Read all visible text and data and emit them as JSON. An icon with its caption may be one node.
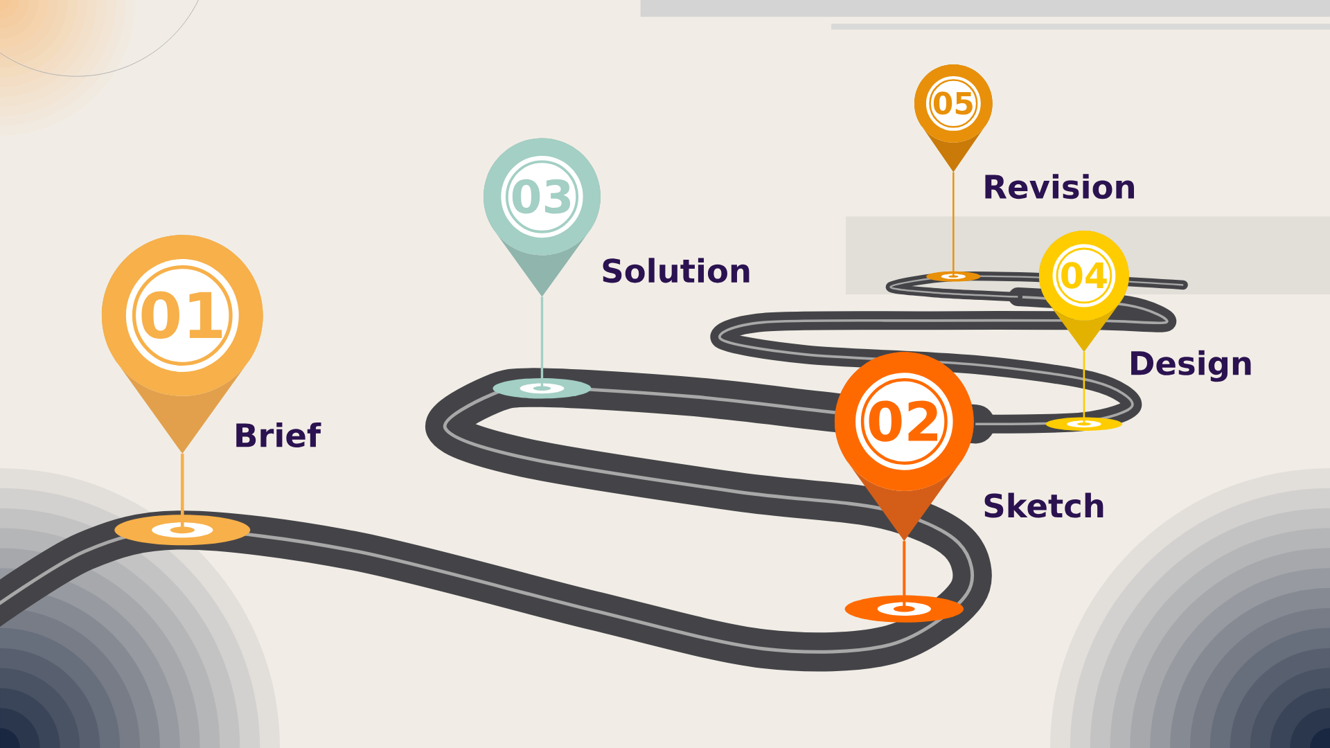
{
  "diagram": {
    "nodes": [
      {
        "text": [
          "01"
        ],
        "beside": [
          "Brief"
        ]
      },
      {
        "text": [
          "02"
        ],
        "beside": [
          "Sketch"
        ]
      },
      {
        "text": [
          "03"
        ],
        "beside": [
          "Solution"
        ]
      },
      {
        "text": [
          "04"
        ],
        "beside": [
          "Design"
        ]
      },
      {
        "text": [
          "05"
        ],
        "beside": [
          "Revision"
        ]
      }
    ]
  }
}
